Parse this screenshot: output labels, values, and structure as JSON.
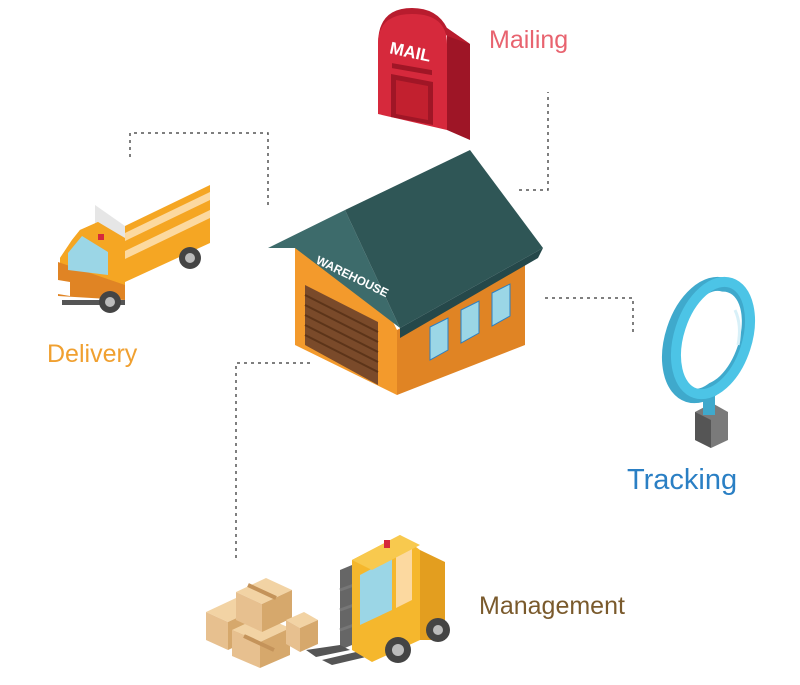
{
  "nodes": {
    "mailing": {
      "label": "Mailing",
      "color": "#e8636f"
    },
    "delivery": {
      "label": "Delivery",
      "color": "#f0a030"
    },
    "tracking": {
      "label": "Tracking",
      "color": "#2a7fc4"
    },
    "management": {
      "label": "Management",
      "color": "#7a5a2c"
    }
  },
  "warehouse": {
    "sign": "WAREHOUSE"
  },
  "mailbox": {
    "sign": "MAIL"
  },
  "palette": {
    "roof": "#3d6b6b",
    "wall_front": "#f39a2c",
    "wall_side": "#e08424",
    "door": "#7a4a2a",
    "mailbox": "#d6293c",
    "truck": "#f5a623",
    "magnifier": "#4cc4e6",
    "box": "#e7c08f",
    "connector": "#555555"
  }
}
